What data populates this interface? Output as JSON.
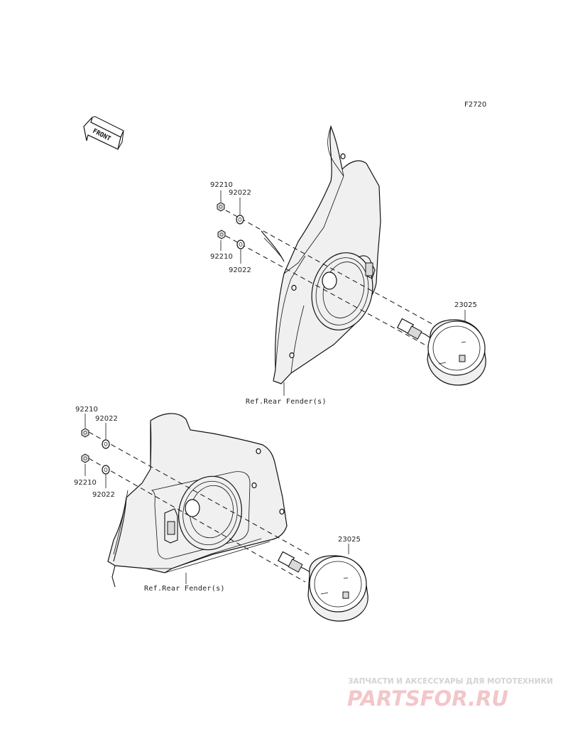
{
  "figure_code": "F2720",
  "front_arrow": {
    "label": "FRONT"
  },
  "upper_assembly": {
    "nut_label_1": "92210",
    "washer_label_1": "92022",
    "nut_label_2": "92210",
    "washer_label_2": "92022",
    "lamp_label": "23025",
    "ref_label": "Ref.Rear Fender(s)"
  },
  "lower_assembly": {
    "nut_label_1": "92210",
    "washer_label_1": "92022",
    "nut_label_2": "92210",
    "washer_label_2": "92022",
    "lamp_label": "23025",
    "ref_label": "Ref.Rear Fender(s)"
  },
  "watermark": {
    "tagline": "ЗАПЧАСТИ И АКСЕССУАРЫ ДЛЯ МОТОТЕХНИКИ",
    "brand": "PARTSFOR.RU"
  }
}
